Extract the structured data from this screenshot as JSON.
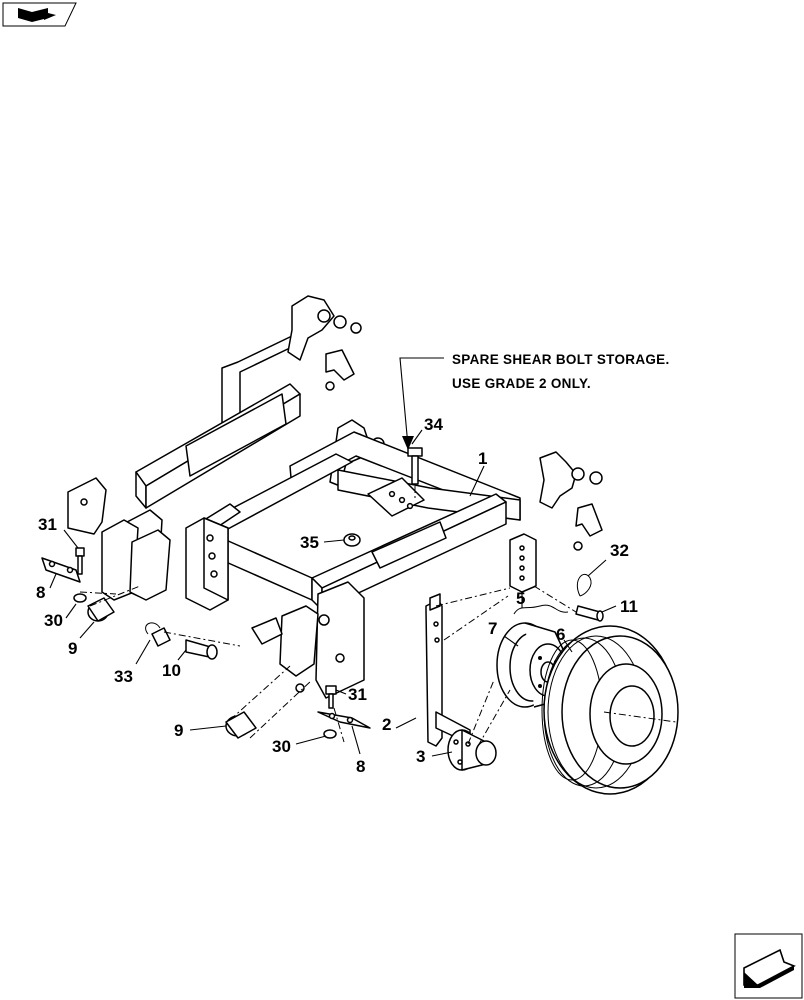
{
  "note": {
    "line1": "SPARE SHEAR BOLT STORAGE.",
    "line2": "USE GRADE 2 ONLY."
  },
  "callouts": {
    "c1": "1",
    "c2": "2",
    "c3": "3",
    "c5": "5",
    "c6": "6",
    "c7": "7",
    "c8a": "8",
    "c8b": "8",
    "c9a": "9",
    "c9b": "9",
    "c10": "10",
    "c11": "11",
    "c30a": "30",
    "c30b": "30",
    "c31a": "31",
    "c31b": "31",
    "c32": "32",
    "c33": "33",
    "c34": "34",
    "c35": "35"
  },
  "icons": {
    "top_left": "open-book-icon",
    "bottom_right": "next-page-arrow-icon"
  }
}
